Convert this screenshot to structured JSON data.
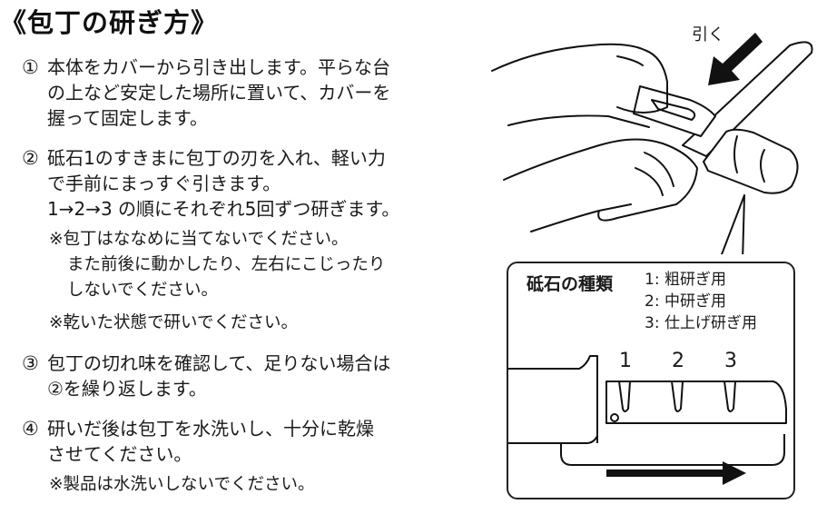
{
  "title": "《包丁の研ぎ方》",
  "steps": [
    {
      "num": "①",
      "lines": [
        "本体をカバーから引き出します。平らな台",
        "の上など安定した場所に置いて、カバーを",
        "握って固定します。"
      ],
      "notes": []
    },
    {
      "num": "②",
      "lines": [
        "砥石1のすきまに包丁の刃を入れ、軽い力",
        "で手前にまっすぐ引きます。",
        "1→2→3 の順にそれぞれ5回ずつ研ぎます。"
      ],
      "notes": [
        [
          "※包丁はななめに当てないでください。",
          "また前後に動かしたり、左右にこじったり",
          "しないでください。"
        ],
        [
          "※乾いた状態で研いでください。"
        ]
      ]
    },
    {
      "num": "③",
      "lines": [
        "包丁の切れ味を確認して、足りない場合は",
        "②を繰り返します。"
      ],
      "notes": []
    },
    {
      "num": "④",
      "lines": [
        "研いだ後は包丁を水洗いし、十分に乾燥",
        "させてください。"
      ],
      "notes": [
        [
          "※製品は水洗いしないでください。"
        ]
      ]
    }
  ],
  "illustration": {
    "pull_label": "引く",
    "arrow_icon": "arrow-down-left"
  },
  "callout": {
    "heading": "砥石の種類",
    "types": [
      "1: 粗研ぎ用",
      "2: 中研ぎ用",
      "3: 仕上げ研ぎ用"
    ],
    "slot_numbers": [
      "1",
      "2",
      "3"
    ],
    "direction_icon": "arrow-right"
  }
}
